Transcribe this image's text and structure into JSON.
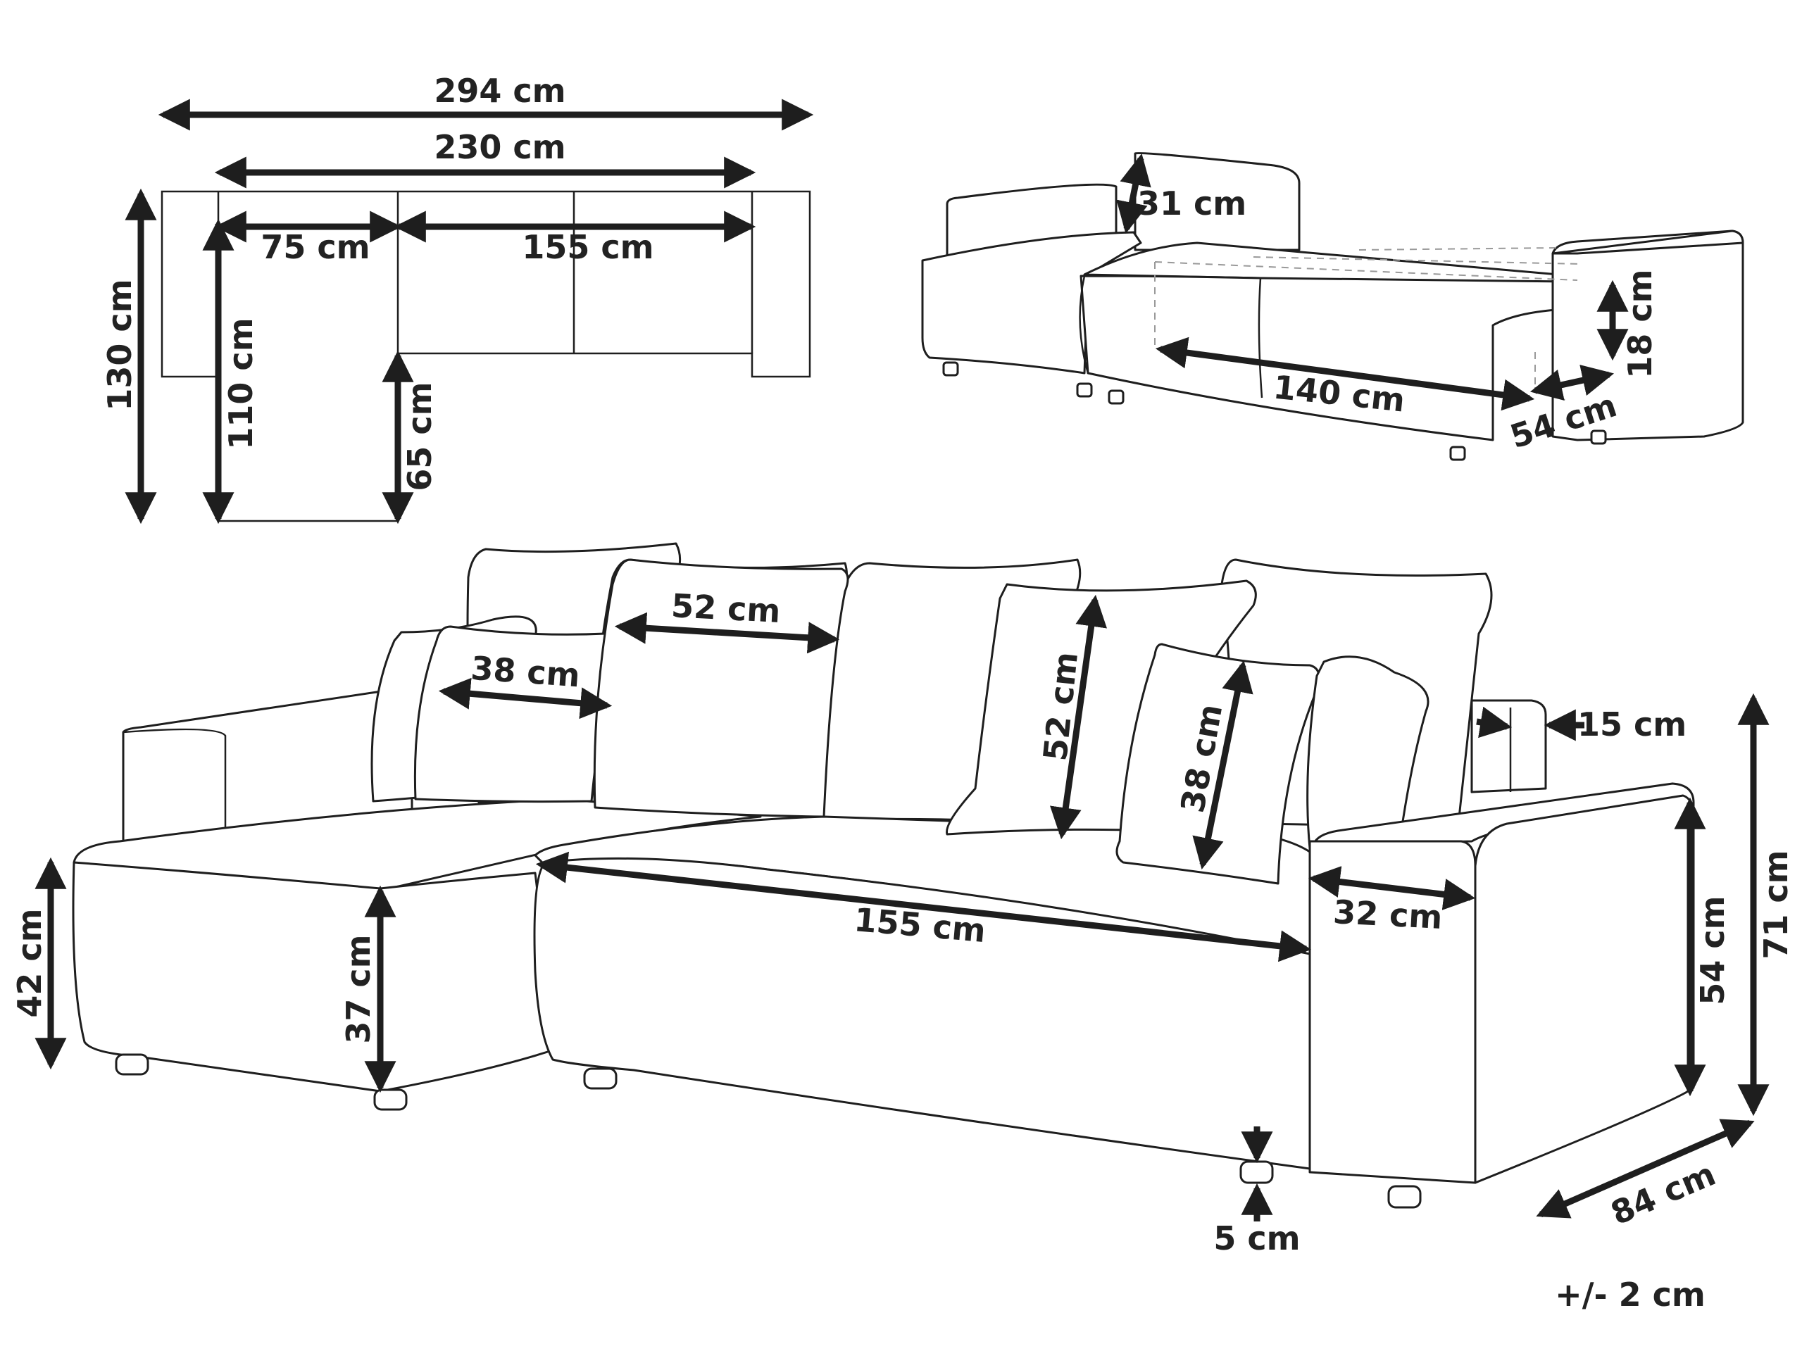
{
  "plan_view": {
    "total_width": "294 cm",
    "inner_width": "230 cm",
    "chaise_width": "75 cm",
    "sofa_width": "155 cm",
    "total_depth": "130 cm",
    "chaise_depth": "110 cm",
    "sofa_depth": "65 cm"
  },
  "bed_view": {
    "backrest_height": "31 cm",
    "sleeping_length": "140 cm",
    "bed_height": "18 cm",
    "pullout_depth": "54 cm"
  },
  "front_view": {
    "large_cushion": "52 cm",
    "large_cushion_height": "52 cm",
    "small_cushion": "38 cm",
    "small_cushion_height": "38 cm",
    "armrest_inner": "15 cm",
    "armrest_width": "32 cm",
    "seat_width": "155 cm",
    "chaise_height": "42 cm",
    "seat_height": "37 cm",
    "armrest_height": "54 cm",
    "total_height": "71 cm",
    "depth": "84 cm",
    "leg_height": "5 cm"
  },
  "tolerance": "+/- 2 cm",
  "colors": {
    "line": "#1e1e1e",
    "dimension": "#1e1e1e",
    "dashed": "#999999"
  }
}
